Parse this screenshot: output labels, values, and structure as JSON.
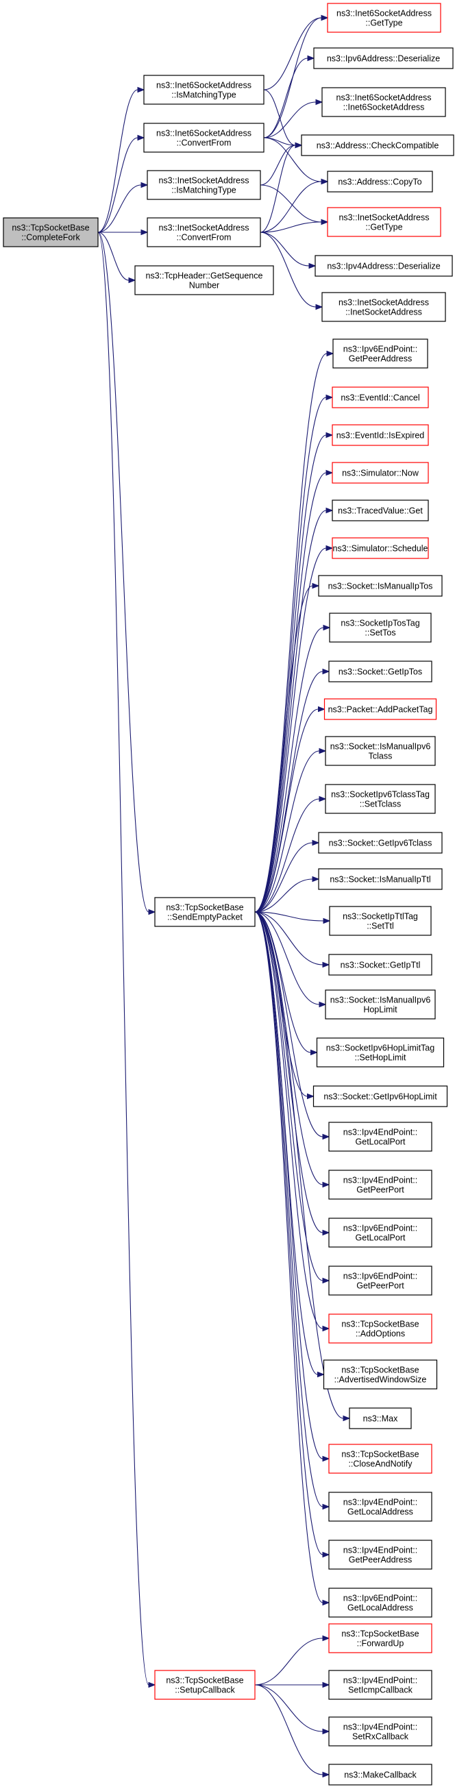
{
  "colors": {
    "root_fill": "#bfbfbf",
    "node_border": "#000000",
    "missing_border": "#ff0000",
    "edge": "#191970"
  },
  "root": "root",
  "nodes": [
    {
      "id": "root",
      "lines": [
        "ns3::TcpSocketBase",
        "::CompleteFork"
      ],
      "root": true
    },
    {
      "id": "i6match",
      "lines": [
        "ns3::Inet6SocketAddress",
        "::IsMatchingType"
      ]
    },
    {
      "id": "i6conv",
      "lines": [
        "ns3::Inet6SocketAddress",
        "::ConvertFrom"
      ]
    },
    {
      "id": "i4match",
      "lines": [
        "ns3::InetSocketAddress",
        "::IsMatchingType"
      ]
    },
    {
      "id": "i4conv",
      "lines": [
        "ns3::InetSocketAddress",
        "::ConvertFrom"
      ]
    },
    {
      "id": "tcpseq",
      "lines": [
        "ns3::TcpHeader::GetSequence",
        "Number"
      ]
    },
    {
      "id": "i6gettype",
      "lines": [
        "ns3::Inet6SocketAddress",
        "::GetType"
      ],
      "red": true
    },
    {
      "id": "ip6deser",
      "lines": [
        "ns3::Ipv6Address::Deserialize"
      ]
    },
    {
      "id": "i6ctor",
      "lines": [
        "ns3::Inet6SocketAddress",
        "::Inet6SocketAddress"
      ]
    },
    {
      "id": "addrcheck",
      "lines": [
        "ns3::Address::CheckCompatible"
      ]
    },
    {
      "id": "addrcopy",
      "lines": [
        "ns3::Address::CopyTo"
      ]
    },
    {
      "id": "i4gettype",
      "lines": [
        "ns3::InetSocketAddress",
        "::GetType"
      ],
      "red": true
    },
    {
      "id": "ip4deser",
      "lines": [
        "ns3::Ipv4Address::Deserialize"
      ]
    },
    {
      "id": "i4ctor",
      "lines": [
        "ns3::InetSocketAddress",
        "::InetSocketAddress"
      ]
    },
    {
      "id": "sep",
      "lines": [
        "ns3::TcpSocketBase",
        "::SendEmptyPacket"
      ]
    },
    {
      "id": "setupcb",
      "lines": [
        "ns3::TcpSocketBase",
        "::SetupCallback"
      ],
      "red": true
    },
    {
      "id": "s1",
      "lines": [
        "ns3::Ipv6EndPoint::",
        "GetPeerAddress"
      ]
    },
    {
      "id": "s2",
      "lines": [
        "ns3::EventId::Cancel"
      ],
      "red": true
    },
    {
      "id": "s3",
      "lines": [
        "ns3::EventId::IsExpired"
      ],
      "red": true
    },
    {
      "id": "s4",
      "lines": [
        "ns3::Simulator::Now"
      ],
      "red": true
    },
    {
      "id": "s5",
      "lines": [
        "ns3::TracedValue::Get"
      ]
    },
    {
      "id": "s6",
      "lines": [
        "ns3::Simulator::Schedule"
      ],
      "red": true
    },
    {
      "id": "s7",
      "lines": [
        "ns3::Socket::IsManualIpTos"
      ]
    },
    {
      "id": "s8",
      "lines": [
        "ns3::SocketIpTosTag",
        "::SetTos"
      ]
    },
    {
      "id": "s9",
      "lines": [
        "ns3::Socket::GetIpTos"
      ]
    },
    {
      "id": "s10",
      "lines": [
        "ns3::Packet::AddPacketTag"
      ],
      "red": true
    },
    {
      "id": "s11",
      "lines": [
        "ns3::Socket::IsManualIpv6",
        "Tclass"
      ]
    },
    {
      "id": "s12",
      "lines": [
        "ns3::SocketIpv6TclassTag",
        "::SetTclass"
      ]
    },
    {
      "id": "s13",
      "lines": [
        "ns3::Socket::GetIpv6Tclass"
      ]
    },
    {
      "id": "s14",
      "lines": [
        "ns3::Socket::IsManualIpTtl"
      ]
    },
    {
      "id": "s15",
      "lines": [
        "ns3::SocketIpTtlTag",
        "::SetTtl"
      ]
    },
    {
      "id": "s16",
      "lines": [
        "ns3::Socket::GetIpTtl"
      ]
    },
    {
      "id": "s17",
      "lines": [
        "ns3::Socket::IsManualIpv6",
        "HopLimit"
      ]
    },
    {
      "id": "s18",
      "lines": [
        "ns3::SocketIpv6HopLimitTag",
        "::SetHopLimit"
      ]
    },
    {
      "id": "s19",
      "lines": [
        "ns3::Socket::GetIpv6HopLimit"
      ]
    },
    {
      "id": "s20",
      "lines": [
        "ns3::Ipv4EndPoint::",
        "GetLocalPort"
      ]
    },
    {
      "id": "s21",
      "lines": [
        "ns3::Ipv4EndPoint::",
        "GetPeerPort"
      ]
    },
    {
      "id": "s22",
      "lines": [
        "ns3::Ipv6EndPoint::",
        "GetLocalPort"
      ]
    },
    {
      "id": "s23",
      "lines": [
        "ns3::Ipv6EndPoint::",
        "GetPeerPort"
      ]
    },
    {
      "id": "s24",
      "lines": [
        "ns3::TcpSocketBase",
        "::AddOptions"
      ],
      "red": true
    },
    {
      "id": "s25",
      "lines": [
        "ns3::TcpSocketBase",
        "::AdvertisedWindowSize"
      ]
    },
    {
      "id": "s26",
      "lines": [
        "ns3::Max"
      ]
    },
    {
      "id": "s27",
      "lines": [
        "ns3::TcpSocketBase",
        "::CloseAndNotify"
      ],
      "red": true
    },
    {
      "id": "s28",
      "lines": [
        "ns3::Ipv4EndPoint::",
        "GetLocalAddress"
      ]
    },
    {
      "id": "s29",
      "lines": [
        "ns3::Ipv4EndPoint::",
        "GetPeerAddress"
      ]
    },
    {
      "id": "s30",
      "lines": [
        "ns3::Ipv6EndPoint::",
        "GetLocalAddress"
      ]
    },
    {
      "id": "c1",
      "lines": [
        "ns3::TcpSocketBase",
        "::ForwardUp"
      ],
      "red": true
    },
    {
      "id": "c2",
      "lines": [
        "ns3::Ipv4EndPoint::",
        "SetIcmpCallback"
      ]
    },
    {
      "id": "c3",
      "lines": [
        "ns3::Ipv4EndPoint::",
        "SetRxCallback"
      ]
    },
    {
      "id": "c4",
      "lines": [
        "ns3::MakeCallback"
      ]
    }
  ],
  "edges": [
    [
      "root",
      "i6match"
    ],
    [
      "root",
      "i6conv"
    ],
    [
      "root",
      "i4match"
    ],
    [
      "root",
      "i4conv"
    ],
    [
      "root",
      "tcpseq"
    ],
    [
      "root",
      "sep"
    ],
    [
      "root",
      "setupcb"
    ],
    [
      "i6match",
      "i6gettype"
    ],
    [
      "i6match",
      "addrcheck"
    ],
    [
      "i6conv",
      "i6gettype"
    ],
    [
      "i6conv",
      "ip6deser"
    ],
    [
      "i6conv",
      "i6ctor"
    ],
    [
      "i6conv",
      "addrcheck"
    ],
    [
      "i6conv",
      "addrcopy"
    ],
    [
      "i4match",
      "addrcheck"
    ],
    [
      "i4match",
      "i4gettype"
    ],
    [
      "i4conv",
      "addrcheck"
    ],
    [
      "i4conv",
      "addrcopy"
    ],
    [
      "i4conv",
      "i4gettype"
    ],
    [
      "i4conv",
      "ip4deser"
    ],
    [
      "i4conv",
      "i4ctor"
    ],
    [
      "sep",
      "s1"
    ],
    [
      "sep",
      "s2"
    ],
    [
      "sep",
      "s3"
    ],
    [
      "sep",
      "s4"
    ],
    [
      "sep",
      "s5"
    ],
    [
      "sep",
      "s6"
    ],
    [
      "sep",
      "s7"
    ],
    [
      "sep",
      "s8"
    ],
    [
      "sep",
      "s9"
    ],
    [
      "sep",
      "s10"
    ],
    [
      "sep",
      "s11"
    ],
    [
      "sep",
      "s12"
    ],
    [
      "sep",
      "s13"
    ],
    [
      "sep",
      "s14"
    ],
    [
      "sep",
      "s15"
    ],
    [
      "sep",
      "s16"
    ],
    [
      "sep",
      "s17"
    ],
    [
      "sep",
      "s18"
    ],
    [
      "sep",
      "s19"
    ],
    [
      "sep",
      "s20"
    ],
    [
      "sep",
      "s21"
    ],
    [
      "sep",
      "s22"
    ],
    [
      "sep",
      "s23"
    ],
    [
      "sep",
      "s24"
    ],
    [
      "sep",
      "s25"
    ],
    [
      "sep",
      "s26"
    ],
    [
      "sep",
      "s27"
    ],
    [
      "sep",
      "s28"
    ],
    [
      "sep",
      "s29"
    ],
    [
      "sep",
      "s30"
    ],
    [
      "setupcb",
      "c1"
    ],
    [
      "setupcb",
      "c2"
    ],
    [
      "setupcb",
      "c3"
    ],
    [
      "setupcb",
      "c4"
    ]
  ]
}
